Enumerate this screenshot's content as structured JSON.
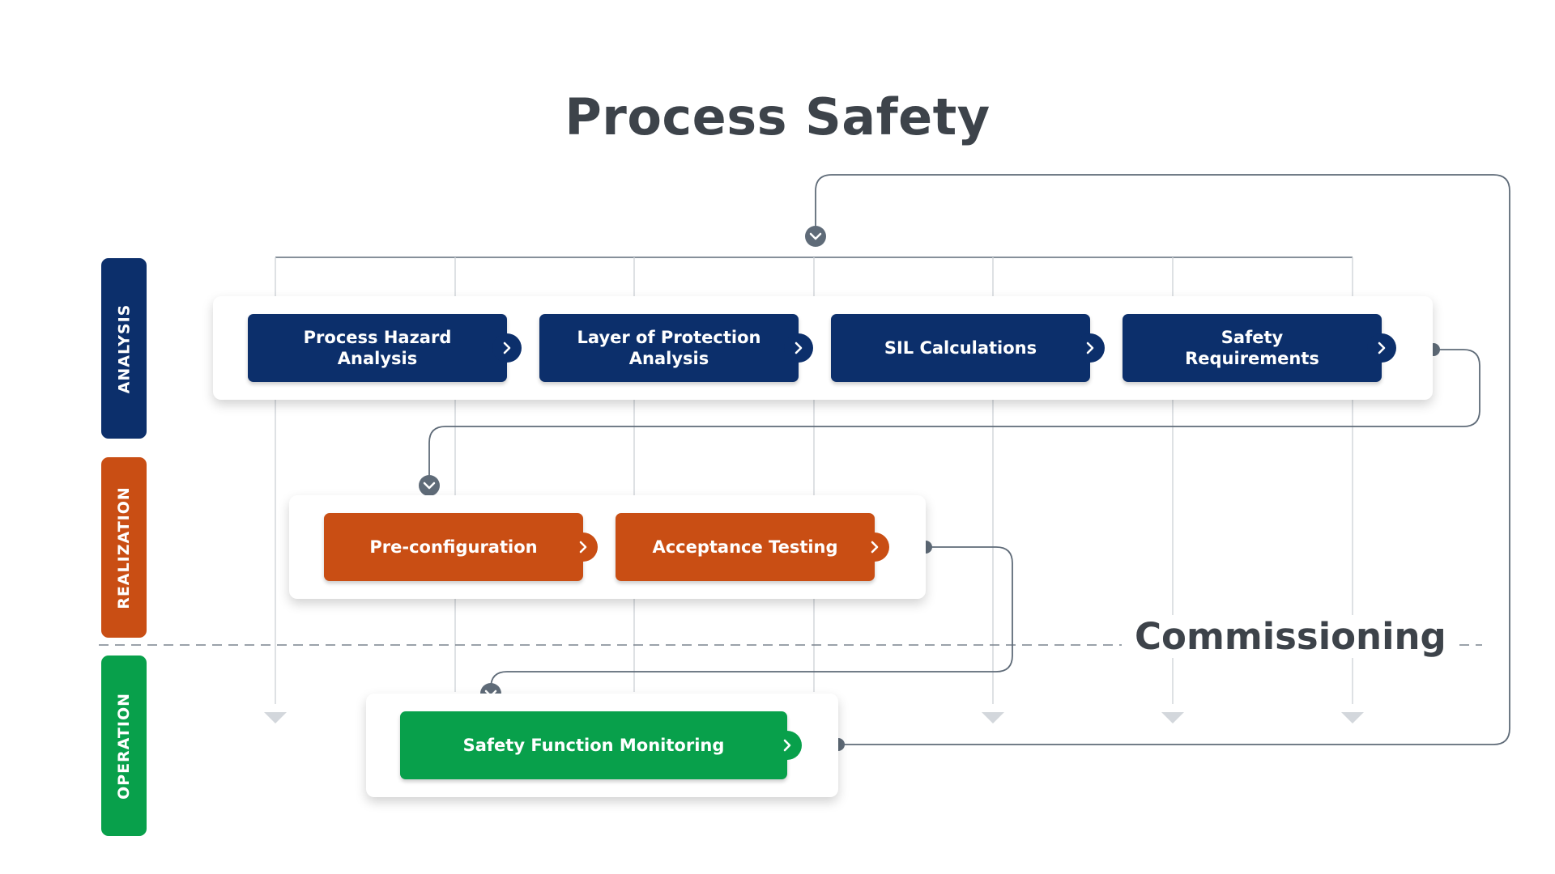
{
  "title": "Process Safety",
  "milestone": "Commissioning",
  "colors": {
    "analysis": "#0c2f6b",
    "realization": "#c94e14",
    "operation": "#08a04b",
    "connector": "#5f6b78",
    "guide": "#d3d7dc"
  },
  "lanes": [
    {
      "label": "ANALYSIS",
      "color": "#0c2f6b"
    },
    {
      "label": "REALIZATION",
      "color": "#c94e14"
    },
    {
      "label": "OPERATION",
      "color": "#08a04b"
    }
  ],
  "analysis_steps": [
    {
      "label": "Process Hazard\nAnalysis",
      "icon": "chevron-right-icon"
    },
    {
      "label": "Layer of Protection\nAnalysis",
      "icon": "chevron-right-icon"
    },
    {
      "label": "SIL Calculations",
      "icon": "chevron-right-icon"
    },
    {
      "label": "Safety\nRequirements",
      "icon": "chevron-right-icon"
    }
  ],
  "realization_steps": [
    {
      "label": "Pre-configuration",
      "icon": "chevron-right-icon"
    },
    {
      "label": "Acceptance Testing",
      "icon": "chevron-right-icon"
    }
  ],
  "operation_steps": [
    {
      "label": "Safety Function Monitoring",
      "icon": "chevron-right-icon"
    }
  ]
}
